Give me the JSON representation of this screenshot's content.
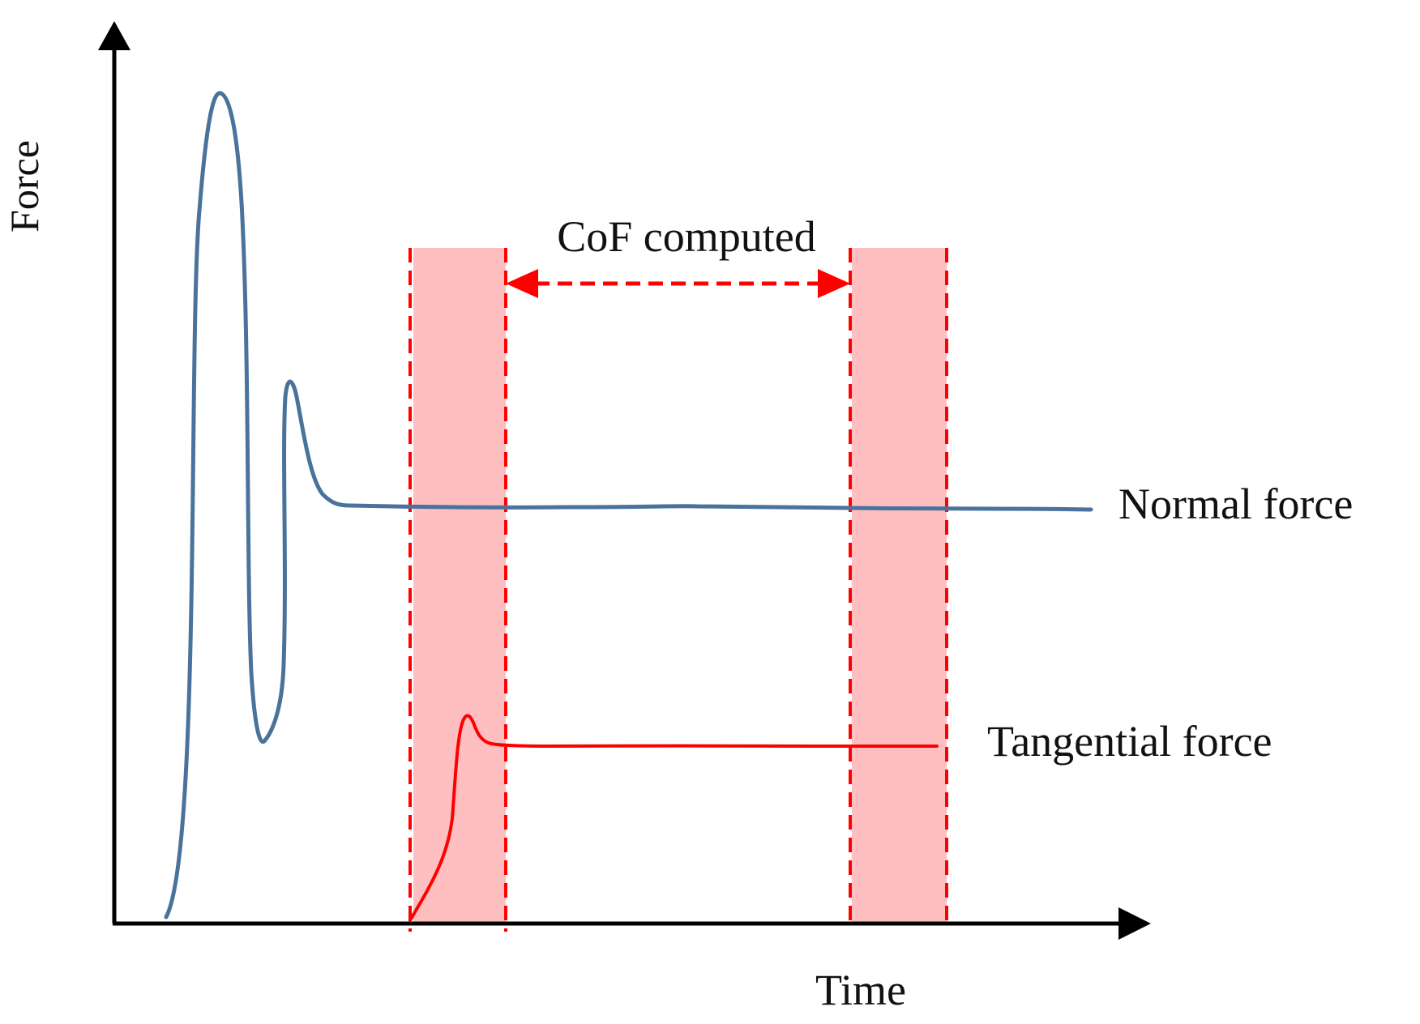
{
  "labels": {
    "y_axis": "Force",
    "x_axis": "Time",
    "interval": "CoF computed",
    "normal_curve": "Normal force",
    "tangential_curve": "Tangential force"
  },
  "colors": {
    "normal_curve": "#4a739c",
    "tangential_curve": "#ff0000",
    "band_fill": "#ffbfc0",
    "marker": "#ff0000",
    "axis": "#000000"
  }
}
